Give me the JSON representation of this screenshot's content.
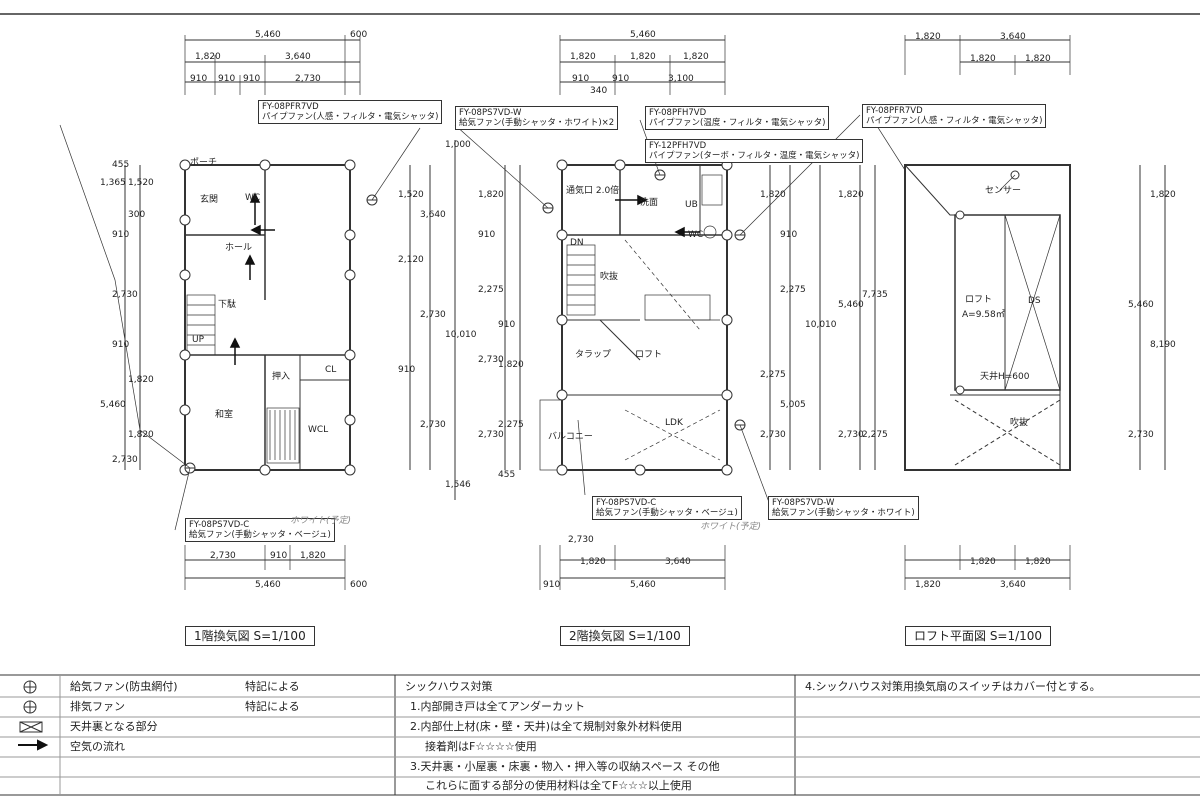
{
  "plans": {
    "floor1": {
      "title": "1階換気図 S=1/100",
      "dims_top": [
        "5,460",
        "600",
        "1,820",
        "3,640",
        "910",
        "910",
        "910",
        "2,730"
      ],
      "dims_bottom": [
        "2,730",
        "910",
        "1,820",
        "5,460",
        "600"
      ],
      "dims_left": [
        "455",
        "1,365",
        "1,520",
        "300",
        "910",
        "2,730",
        "910",
        "1,820",
        "5,460",
        "1,820",
        "2,730"
      ],
      "dims_right": [
        "1,520",
        "3,640",
        "2,120",
        "2,730",
        "10,010",
        "910",
        "2,730",
        "1,546",
        "1,000"
      ],
      "rooms": [
        "ポーチ",
        "玄関",
        "ホール",
        "WC",
        "下駄",
        "UP",
        "CL",
        "押入",
        "和室",
        "WCL"
      ],
      "fans": [
        {
          "model": "FY-08PFR7VD",
          "desc": "パイプファン(人感・フィルタ・電気シャッタ)"
        },
        {
          "model": "FY-08PS7VD-C",
          "desc": "給気ファン(手動シャッタ・ベージュ)"
        }
      ],
      "note": "ホワイト(予定)"
    },
    "floor2": {
      "title": "2階換気図 S=1/100",
      "dims_top": [
        "5,460",
        "1,820",
        "1,820",
        "1,820",
        "910",
        "910",
        "3,100",
        "340"
      ],
      "dims_bottom": [
        "2,730",
        "1,820",
        "3,640",
        "910",
        "5,460"
      ],
      "dims_left": [
        "1,820",
        "910",
        "2,275",
        "910",
        "1,820",
        "2,730",
        "2,730",
        "2,275",
        "455"
      ],
      "dims_right": [
        "1,820",
        "910",
        "2,275",
        "10,010",
        "2,275",
        "5,005",
        "2,730"
      ],
      "rooms": [
        "洗面",
        "UB",
        "WC",
        "DN",
        "吹抜",
        "ロフト",
        "タラップ",
        "LDK",
        "バルコニー",
        "通気口 2.0倍"
      ],
      "fans": [
        {
          "model": "FY-08PS7VD-W",
          "desc": "給気ファン(手動シャッタ・ホワイト)×2"
        },
        {
          "model": "FY-08PFH7VD",
          "desc": "パイプファン(温度・フィルタ・電気シャッタ)"
        },
        {
          "model": "FY-12PFH7VD",
          "desc": "パイプファン(ターボ・フィルタ・温度・電気シャッタ)"
        },
        {
          "model": "FY-08PS7VD-C",
          "desc": "給気ファン(手動シャッタ・ベージュ)"
        },
        {
          "model": "FY-08PS7VD-W",
          "desc": "給気ファン(手動シャッタ・ホワイト)"
        }
      ],
      "note": "ホワイト(予定)"
    },
    "loft": {
      "title": "ロフト平面図 S=1/100",
      "dims_top": [
        "1,820",
        "3,640",
        "1,820",
        "1,820"
      ],
      "dims_bottom": [
        "1,820",
        "1,820",
        "1,820",
        "3,640"
      ],
      "dims_left": [
        "1,820",
        "5,460",
        "7,735",
        "2,730",
        "2,275"
      ],
      "dims_right": [
        "1,820",
        "5,460",
        "8,190",
        "2,730"
      ],
      "rooms": [
        "ロフト",
        "A=9.58㎡",
        "DS",
        "吹抜",
        "天井H=600",
        "センサー"
      ],
      "fans": [
        {
          "model": "FY-08PFR7VD",
          "desc": "パイプファン(人感・フィルタ・電気シャッタ)"
        }
      ]
    }
  },
  "legend": {
    "rows": [
      {
        "symbol": "supply-fan-symbol",
        "label": "給気ファン(防虫網付)",
        "note": "特記による"
      },
      {
        "symbol": "exhaust-fan-symbol",
        "label": "排気ファン",
        "note": "特記による"
      },
      {
        "symbol": "ceiling-box-symbol",
        "label": "天井裏となる部分",
        "note": ""
      },
      {
        "symbol": "arrow-symbol",
        "label": "空気の流れ",
        "note": ""
      }
    ],
    "sick_house_title": "シックハウス対策",
    "sick_house_items": [
      "1.内部開き戸は全てアンダーカット",
      "2.内部仕上材(床・壁・天井)は全て規制対象外材料使用",
      "接着剤はF☆☆☆☆使用",
      "3.天井裏・小屋裏・床裏・物入・押入等の収納スペース その他",
      "これらに面する部分の使用材料は全てF☆☆☆以上使用"
    ],
    "note4": "4.シックハウス対策用換気扇のスイッチはカバー付とする。"
  }
}
